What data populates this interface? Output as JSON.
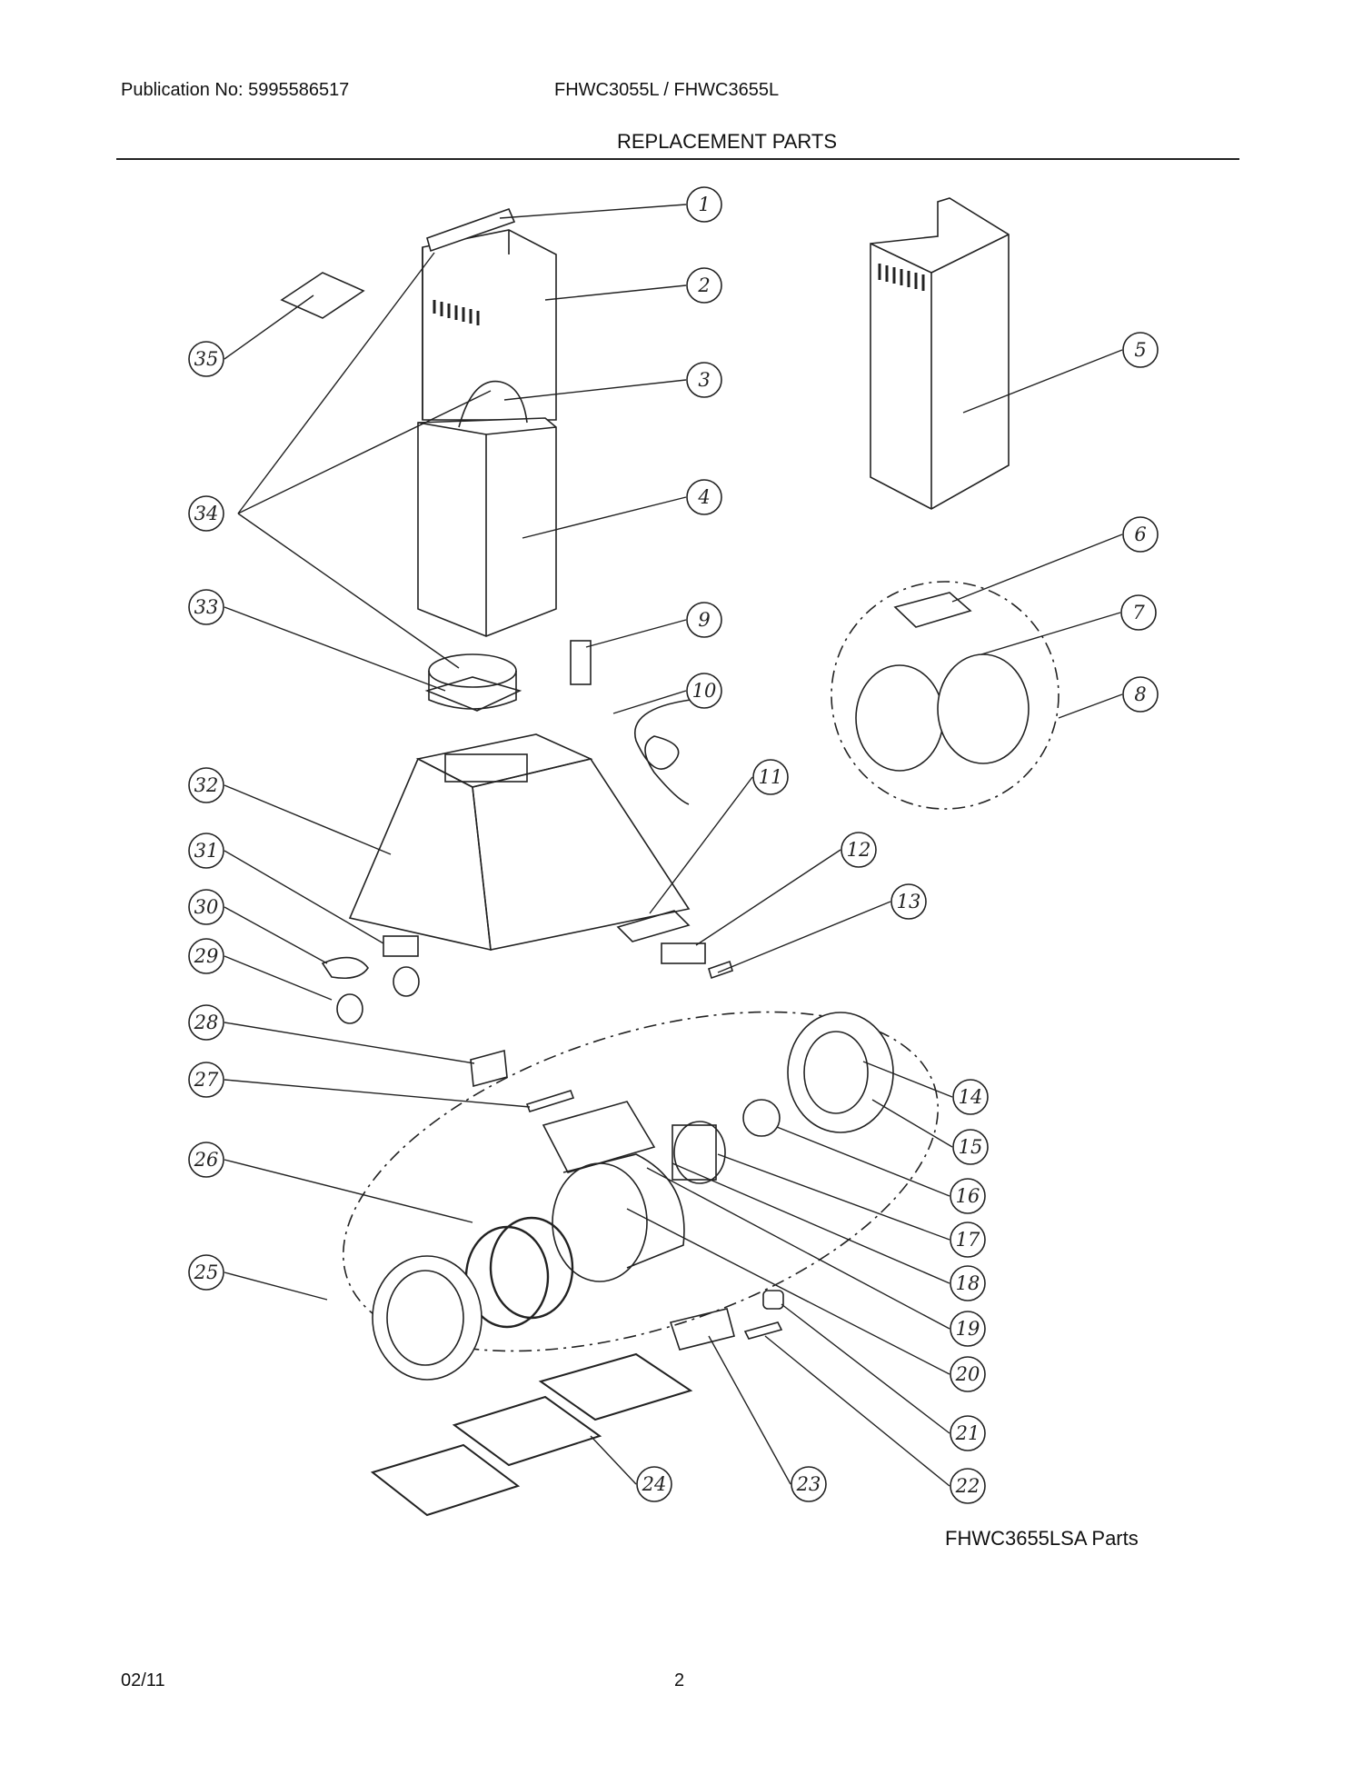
{
  "header": {
    "publication": "Publication No: 5995586517",
    "models": "FHWC3055L / FHWC3655L",
    "title": "REPLACEMENT PARTS"
  },
  "diagram": {
    "callouts": [
      "1",
      "2",
      "3",
      "4",
      "5",
      "6",
      "7",
      "8",
      "9",
      "10",
      "11",
      "12",
      "13",
      "14",
      "15",
      "16",
      "17",
      "18",
      "19",
      "20",
      "21",
      "22",
      "23",
      "24",
      "25",
      "26",
      "27",
      "28",
      "29",
      "30",
      "31",
      "32",
      "33",
      "34",
      "35"
    ]
  },
  "caption": "FHWC3655LSA Parts",
  "footer": {
    "date": "02/11",
    "page": "2"
  }
}
